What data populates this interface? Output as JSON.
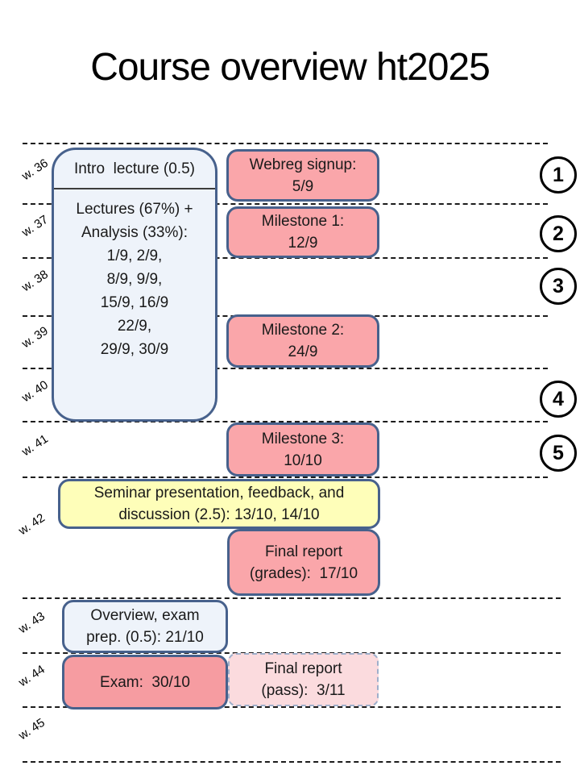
{
  "title": "Course overview ht2025",
  "weeks": [
    "w. 36",
    "w. 37",
    "w. 38",
    "w. 39",
    "w. 40",
    "w. 41",
    "w. 42",
    "w. 43",
    "w. 44",
    "w. 45"
  ],
  "markers": [
    "1",
    "2",
    "3",
    "4",
    "5"
  ],
  "lecture_box": {
    "header": "Intro  lecture (0.5)",
    "body_lines": [
      "Lectures (67%) +",
      "Analysis (33%):",
      "1/9, 2/9,",
      "8/9, 9/9,",
      "15/9, 16/9",
      "22/9,",
      "29/9, 30/9"
    ]
  },
  "events": {
    "webreg": {
      "line1": "Webreg signup:",
      "line2": "5/9"
    },
    "milestone1": {
      "line1": "Milestone 1:",
      "line2": "12/9"
    },
    "milestone2": {
      "line1": "Milestone 2:",
      "line2": "24/9"
    },
    "milestone3": {
      "line1": "Milestone 3:",
      "line2": "10/10"
    },
    "seminar": {
      "line1": "Seminar presentation, feedback, and",
      "line2": "discussion (2.5): 13/10, 14/10"
    },
    "final_report_grades": {
      "line1": "Final report",
      "line2": "(grades):  17/10"
    },
    "overview_exam_prep": {
      "line1": "Overview, exam",
      "line2": "prep. (0.5): 21/10"
    },
    "exam": {
      "line1": "Exam:  30/10"
    },
    "final_report_pass": {
      "line1": "Final report",
      "line2": "(pass):  3/11"
    }
  },
  "colors": {
    "shape_border": "#47618C",
    "milestone_pink": "#FAA6AA",
    "exam_pink": "#F69CA1",
    "pale_pink": "#FBDBDE",
    "pale_blue": "#EEF3FA",
    "seminar_yellow": "#FEFEB9",
    "dashed_line": "#1C1C1C"
  }
}
